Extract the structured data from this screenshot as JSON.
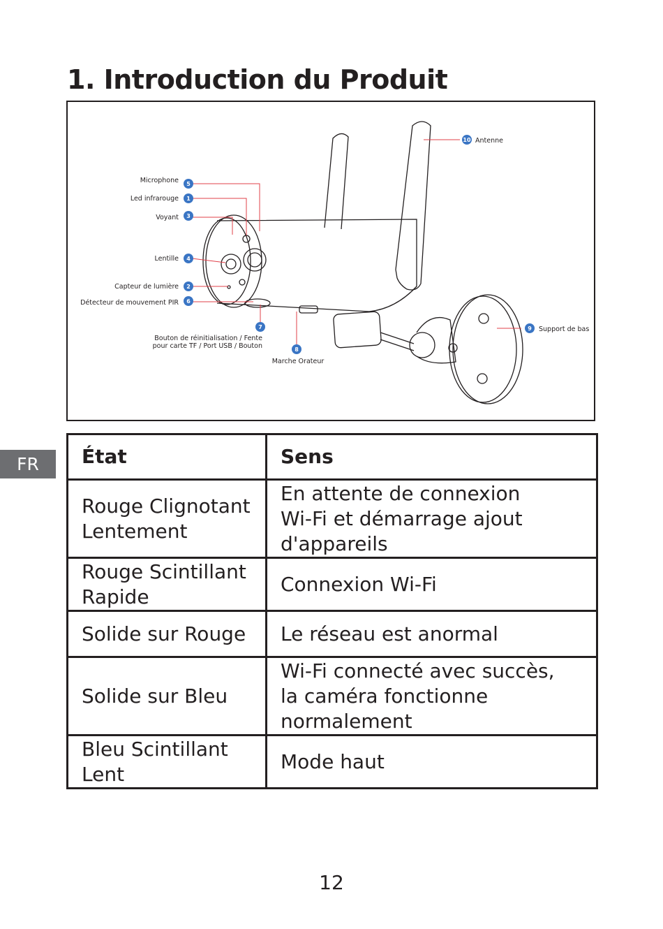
{
  "page": {
    "title": "1. Introduction du Produit",
    "language_tab": "FR",
    "page_number": "12"
  },
  "diagram": {
    "badge_color": "#3a75c4",
    "leader_color": "#e0404a",
    "callouts": [
      {
        "num": "5",
        "label": "Microphone"
      },
      {
        "num": "1",
        "label": "Led infrarouge"
      },
      {
        "num": "3",
        "label": "Voyant"
      },
      {
        "num": "4",
        "label": "Lentille"
      },
      {
        "num": "2",
        "label": "Capteur de lumière"
      },
      {
        "num": "6",
        "label": "Détecteur de mouvement PIR"
      },
      {
        "num": "7",
        "label_line1": "Bouton de réinitialisation / Fente",
        "label_line2": "pour carte TF / Port USB / Bouton"
      },
      {
        "num": "8",
        "label": "Marche Orateur"
      },
      {
        "num": "9",
        "label": "Support de bas"
      },
      {
        "num": "10",
        "label": "Antenne"
      }
    ]
  },
  "table": {
    "headers": [
      "État",
      "Sens"
    ],
    "rows": [
      {
        "state": [
          "Rouge Clignotant",
          "Lentement"
        ],
        "meaning": [
          "En attente de connexion",
          "Wi-Fi et démarrage ajout",
          "d'appareils"
        ]
      },
      {
        "state": [
          "Rouge Scintillant",
          "Rapide"
        ],
        "meaning": [
          "Connexion Wi-Fi"
        ]
      },
      {
        "state": [
          "Solide sur Rouge"
        ],
        "meaning": [
          "Le réseau est anormal"
        ]
      },
      {
        "state": [
          "Solide sur Bleu"
        ],
        "meaning": [
          "Wi-Fi connecté avec succès,",
          "la caméra fonctionne",
          "normalement"
        ]
      },
      {
        "state": [
          "Bleu Scintillant",
          "Lent"
        ],
        "meaning": [
          "Mode haut"
        ]
      }
    ]
  }
}
